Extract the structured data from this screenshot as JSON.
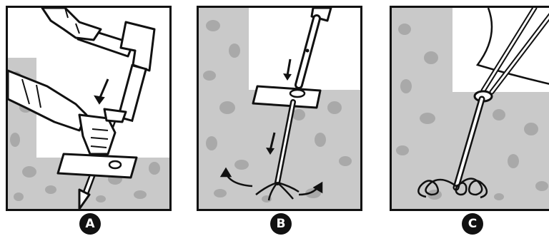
{
  "steps": [
    {
      "label": "A"
    },
    {
      "label": "B"
    },
    {
      "label": "C"
    }
  ],
  "colors": {
    "outline": "#111111",
    "ground": "#c9c9c9",
    "rock": "#a9a9a9",
    "white": "#ffffff",
    "skin": "#ffffff"
  },
  "icons": [
    "hammer-icon",
    "hand-icon",
    "arrow-down-icon",
    "curved-arrow-icon",
    "cable-icon",
    "earth-anchor-icon"
  ]
}
